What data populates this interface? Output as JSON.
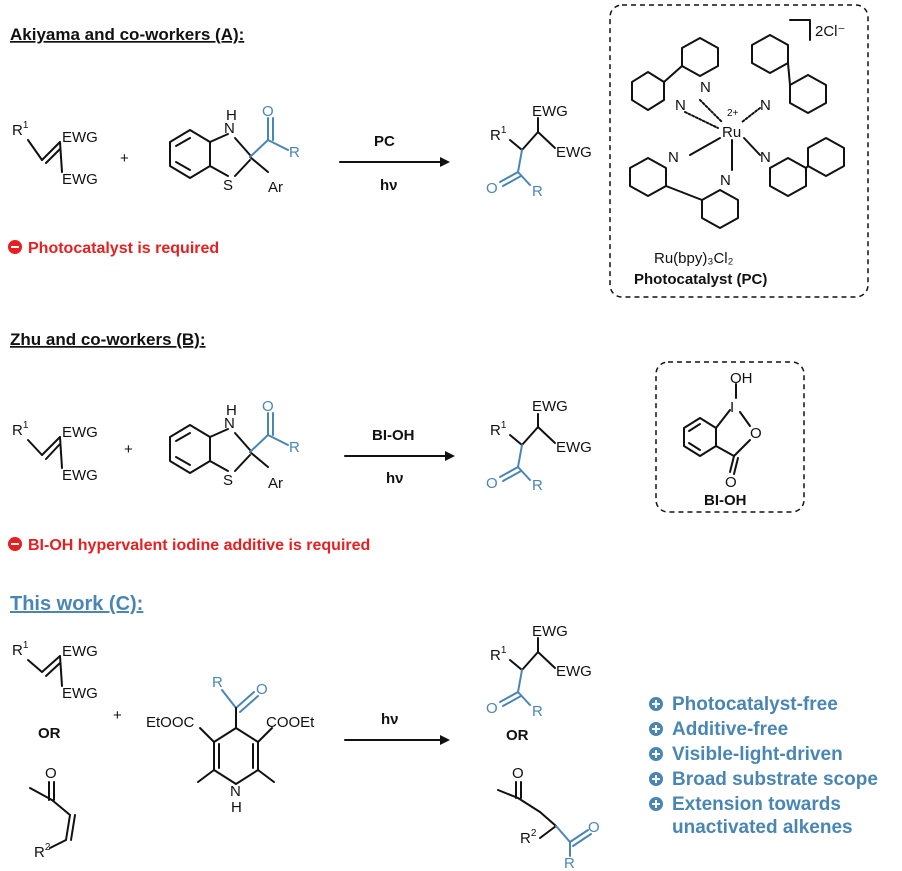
{
  "section_a": {
    "title": "Akiyama and co-workers (A):",
    "reagent_top": "PC",
    "reagent_bottom": "hν",
    "note": "Photocatalyst is required",
    "catalyst_charge": "2Cl⁻",
    "catalyst_name": "Ru(bpy)₃Cl₂",
    "catalyst_label": "Photocatalyst (PC)"
  },
  "section_b": {
    "title": "Zhu and co-workers (B):",
    "reagent_top": "BI-OH",
    "reagent_bottom": "hν",
    "note": "BI-OH hypervalent iodine additive is required",
    "additive_label": "BI-OH"
  },
  "section_c": {
    "title": "This work (C):",
    "reagent": "hν",
    "or_left": "OR",
    "or_right": "OR",
    "features": [
      "Photocatalyst-free",
      "Additive-free",
      "Visible-light-driven",
      "Broad substrate scope",
      "Extension towards",
      "unactivated alkenes"
    ]
  },
  "labels": {
    "ewg": "EWG",
    "r1": "R",
    "r": "R",
    "ar": "Ar",
    "nh": "H",
    "n": "N",
    "s": "S",
    "o": "O",
    "oh": "OH",
    "i": "I",
    "ru": "Ru",
    "plus": "+",
    "etooc": "EtOOC",
    "cooet": "COOEt",
    "r2": "R"
  },
  "colors": {
    "accent_blue": "#4a86b4",
    "warning_red": "#e62020"
  }
}
